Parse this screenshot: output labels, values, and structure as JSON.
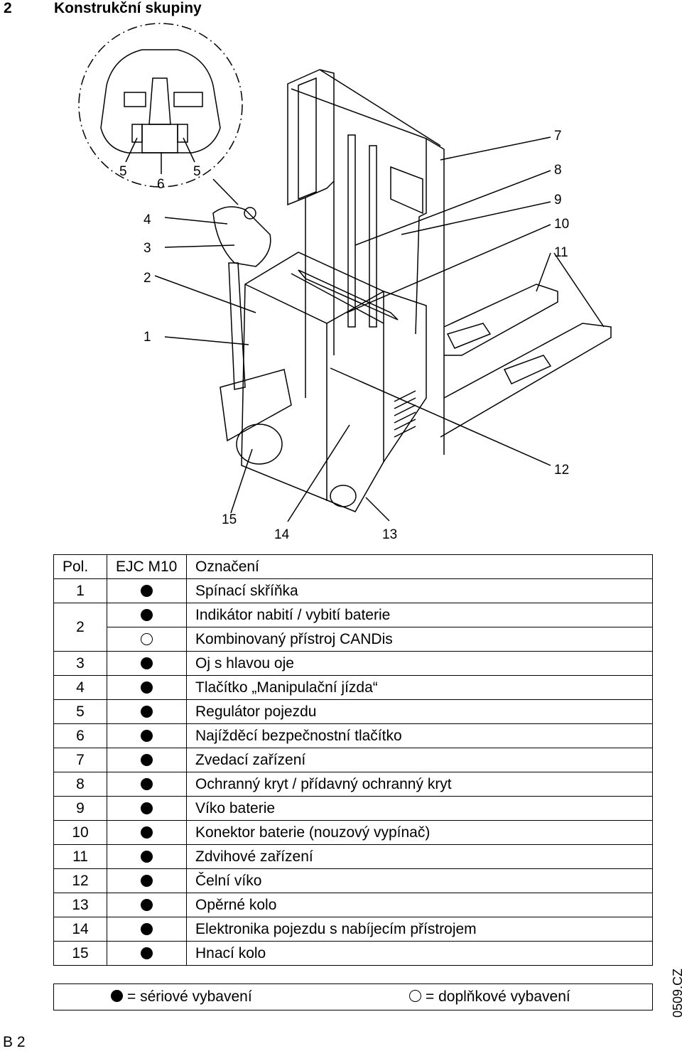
{
  "header": {
    "section_number": "2",
    "section_title": "Konstrukční skupiny"
  },
  "figure": {
    "callouts": [
      "1",
      "2",
      "3",
      "4",
      "5",
      "6",
      "5",
      "7",
      "8",
      "9",
      "10",
      "11",
      "12",
      "13",
      "14",
      "15"
    ]
  },
  "table": {
    "headers": [
      "Pol.",
      "EJC M10",
      "Označení"
    ],
    "rows": [
      {
        "pos": "1",
        "sym": "filled",
        "desc": "Spínací skříňka"
      },
      {
        "pos": "2",
        "sym": "filled",
        "desc": "Indikátor nabití / vybití baterie"
      },
      {
        "pos": "",
        "sym": "empty",
        "desc": "Kombinovaný přístroj CANDis"
      },
      {
        "pos": "3",
        "sym": "filled",
        "desc": "Oj s hlavou oje"
      },
      {
        "pos": "4",
        "sym": "filled",
        "desc": "Tlačítko „Manipulační jízda“"
      },
      {
        "pos": "5",
        "sym": "filled",
        "desc": "Regulátor pojezdu"
      },
      {
        "pos": "6",
        "sym": "filled",
        "desc": "Najížděcí bezpečnostní tlačítko"
      },
      {
        "pos": "7",
        "sym": "filled",
        "desc": "Zvedací zařízení"
      },
      {
        "pos": "8",
        "sym": "filled",
        "desc": "Ochranný kryt / přídavný ochranný kryt"
      },
      {
        "pos": "9",
        "sym": "filled",
        "desc": "Víko baterie"
      },
      {
        "pos": "10",
        "sym": "filled",
        "desc": "Konektor baterie (nouzový vypínač)"
      },
      {
        "pos": "11",
        "sym": "filled",
        "desc": "Zdvihové zařízení"
      },
      {
        "pos": "12",
        "sym": "filled",
        "desc": "Čelní víko"
      },
      {
        "pos": "13",
        "sym": "filled",
        "desc": "Opěrné kolo"
      },
      {
        "pos": "14",
        "sym": "filled",
        "desc": "Elektronika pojezdu s nabíjecím přístrojem"
      },
      {
        "pos": "15",
        "sym": "filled",
        "desc": "Hnací kolo"
      }
    ]
  },
  "legend_key": {
    "standard": "= sériové vybavení",
    "optional": "= doplňkové vybavení"
  },
  "footer": {
    "page": "B 2",
    "doc_code": "0509.CZ"
  }
}
